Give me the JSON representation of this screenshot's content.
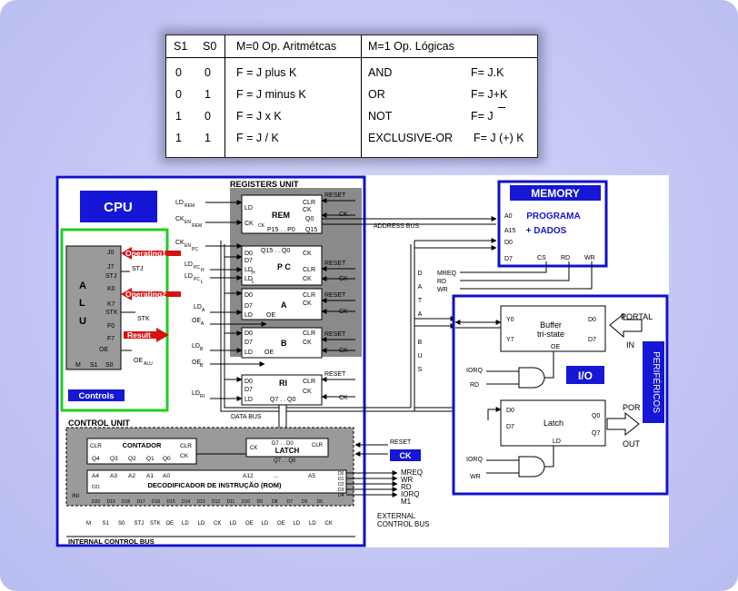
{
  "op_table": {
    "headers": {
      "s1": "S1",
      "s0": "S0",
      "m0": "M=0   Op. Aritmétcas",
      "m1": "M=1     Op. Lógicas"
    },
    "rows": [
      {
        "s1": "0",
        "s0": "0",
        "arith": "F = J plus K",
        "logic": "AND",
        "formula": "F= J.K"
      },
      {
        "s1": "0",
        "s0": "1",
        "arith": "F = J minus K",
        "logic": "OR",
        "formula": "F= J+K"
      },
      {
        "s1": "1",
        "s0": "0",
        "arith": "F = J x K",
        "logic": "NOT",
        "formula": "F= J"
      },
      {
        "s1": "1",
        "s0": "1",
        "arith": "F = J  / K",
        "logic": "EXCLUSIVE-OR",
        "formula": "F= J (+) K"
      }
    ]
  },
  "cpu": {
    "title": "CPU",
    "registers_unit": "REGISTERS UNIT",
    "control_unit": "CONTROL UNIT",
    "internal_bus": "INTERNAL  CONTROL BUS",
    "data_bus": "DATA BUS",
    "address_bus": "ADDRESS BUS",
    "external_bus_1": "EXTERNAL",
    "external_bus_2": "CONTROL BUS",
    "data_bus_vertical": [
      "D",
      "A",
      "T",
      "A",
      "",
      "B",
      "U",
      "S"
    ]
  },
  "alu": {
    "letters": [
      "A",
      "L",
      "U"
    ],
    "pins_right": [
      "J0",
      "J7",
      "K0",
      "K7",
      "F0",
      "F7"
    ],
    "pin_stj": "STJ",
    "pin_stk": "STK",
    "pin_oe": "OE",
    "pins_bottom": [
      "M",
      "S1",
      "S0"
    ],
    "oe_alu": "OE",
    "oe_alu_sub": "ALU",
    "controls": "Controls",
    "operating1": "Operating1",
    "operating2": "Operating2",
    "result": "Result"
  },
  "registers": {
    "rem": {
      "name": "REM",
      "pins": [
        "LD",
        "CK",
        "CLR",
        "CK",
        "Q0",
        "Q15",
        "P15 . . P0"
      ]
    },
    "pc": {
      "name": "P C",
      "pins": [
        "D0",
        "D7",
        "LD",
        "LD",
        "Q15 . . Q0",
        "CK",
        "CLR",
        "CK"
      ],
      "sub": [
        "H",
        "L"
      ]
    },
    "a": {
      "name": "A",
      "pins": [
        "D0",
        "D7",
        "LD",
        "OE",
        "CLR",
        "CK"
      ]
    },
    "b": {
      "name": "B",
      "pins": [
        "D0",
        "D7",
        "LD",
        "OE",
        "CLR",
        "CK"
      ]
    },
    "ri": {
      "name": "RI",
      "pins": [
        "D0",
        "D7",
        "LD",
        "Q7 . . Q0",
        "CLR",
        "CK"
      ]
    },
    "reset": "RESET",
    "ck": "CK",
    "signals_left": [
      {
        "main": "LD",
        "sub": "REM"
      },
      {
        "main": "CK",
        "sub": "EN"
      },
      {
        "main": "CK",
        "sub": "EN"
      },
      {
        "main": "LD",
        "sub": "PC"
      },
      {
        "main": "LD",
        "sub": "PC"
      },
      {
        "main": "LD",
        "sub": "A"
      },
      {
        "main": "OE",
        "sub": "A"
      },
      {
        "main": "LD",
        "sub": "B"
      },
      {
        "main": "OE",
        "sub": "B"
      },
      {
        "main": "LD",
        "sub": "RI"
      }
    ],
    "signal_subs": [
      "REM",
      "PC",
      "H",
      "L"
    ]
  },
  "control": {
    "contador": "CONTADOR",
    "latch": "LATCH",
    "latch_pins": [
      "D7 . . D0",
      "Q7 . . Q0",
      "CLR",
      "CK"
    ],
    "ctr_pins": [
      "CLR",
      "CK",
      "CLR",
      "Q4",
      "Q3",
      "Q2",
      "Q1",
      "Q0"
    ],
    "addr_pins": [
      "A4",
      "A3",
      "A2",
      "A1",
      "A0",
      "A12",
      "...",
      "A5"
    ],
    "decoder": "DECODIFICADOR DE INSTRUÇÃO (ROM)",
    "d_pins": [
      "D20",
      "D19",
      "D18",
      "D17",
      "D16",
      "D15",
      "D14",
      "D13",
      "D12",
      "D11",
      "D10",
      "D9",
      "D8",
      "D7",
      "D6",
      "D5"
    ],
    "d_right": [
      "D0",
      "D1",
      "D2",
      "D3",
      "D4"
    ],
    "d21": "D21",
    "ini": "INI",
    "bottom_signals": [
      "M",
      "S1",
      "S0",
      "STJ",
      "STK",
      "OE",
      "LD",
      "LD",
      "CK",
      "LD",
      "OE",
      "LD",
      "OE",
      "LD",
      "LD",
      "CK"
    ],
    "bottom_subs": [
      "ALU",
      "PC",
      "PC",
      "EN",
      "A",
      "A",
      "B",
      "B",
      "RI",
      "REM",
      "EN"
    ],
    "bottom_subs2": [
      "H",
      "L",
      "PC",
      "REM"
    ],
    "outputs": [
      "MREQ",
      "WR",
      "RD",
      "IORQ",
      "M1"
    ],
    "reset": "RESET",
    "ck": "CK"
  },
  "memory": {
    "title": "MEMORY",
    "line1": "PROGRAMA",
    "line2": "+    DADOS",
    "pins": [
      "A0",
      "A15",
      "D0",
      "D7",
      "CS",
      "RD",
      "WR"
    ],
    "signals": [
      "MREQ",
      "RD",
      "WR"
    ]
  },
  "io": {
    "title": "I/O",
    "perifericos": "PERIFÉRICOS",
    "buffer": [
      "Buffer",
      "tri-state"
    ],
    "buffer_pins": [
      "Y0",
      "Y7",
      "D0",
      "D7",
      "OE"
    ],
    "latch": "Latch",
    "latch_pins": [
      "D0",
      "D7",
      "Q0",
      "Q7",
      "LD"
    ],
    "portal_in": [
      "PORTAL",
      "IN"
    ],
    "port_out": [
      "POR",
      "OUT"
    ],
    "gate_signals": [
      "IORQ",
      "RD",
      "IORQ",
      "WR"
    ]
  },
  "colors": {
    "cpu_border": "#1010cc",
    "label_bg": "#1616d6",
    "alu_border": "#22cc22",
    "arrow_red": "#d81010",
    "register_gray": "#888888",
    "control_gray": "#9a9a9a"
  }
}
